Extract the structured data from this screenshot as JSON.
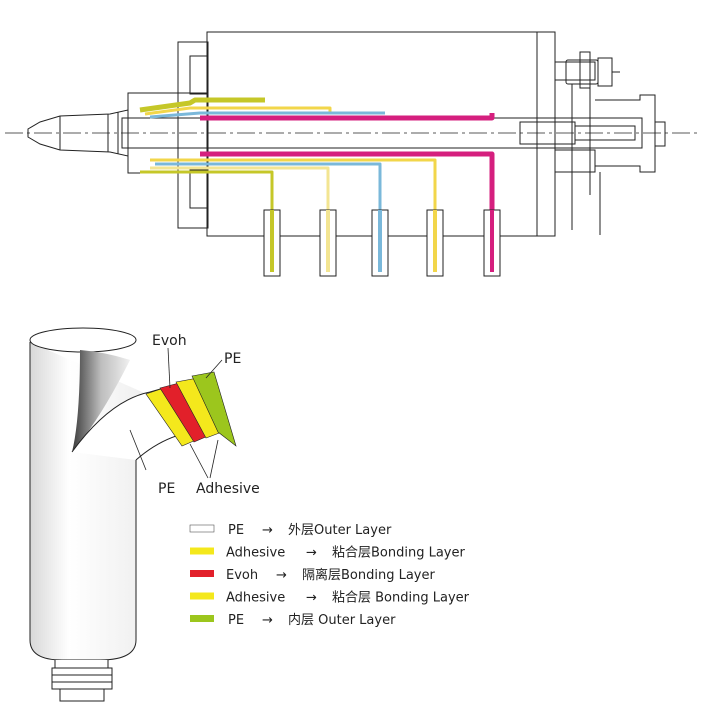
{
  "colors": {
    "outer_pe": "#ffffff",
    "adhesive": "#f4e81c",
    "evoh": "#e2202a",
    "inner_pe": "#9cc61d",
    "channel_pink": "#d51f7e",
    "channel_blue": "#7ab8da",
    "channel_yellow": "#f2d64a",
    "channel_olive": "#c5c728",
    "channel_pale": "#f3e592",
    "line": "#222222"
  },
  "labels": {
    "evoh": "Evoh",
    "pe_top": "PE",
    "pe_bottom": "PE",
    "adhesive": "Adhesive"
  },
  "legend": [
    {
      "name": "PE",
      "arrow": "→",
      "cn": "外层",
      "en": "Outer Layer",
      "color_key": "outer_pe"
    },
    {
      "name": "Adhesive",
      "arrow": "→",
      "cn": "粘合层",
      "en": "Bonding Layer",
      "color_key": "adhesive"
    },
    {
      "name": "Evoh",
      "arrow": "→",
      "cn": "隔离层",
      "en": "Bonding Layer",
      "color_key": "evoh"
    },
    {
      "name": "Adhesive",
      "arrow": "→",
      "cn": "粘合层",
      "en": " Bonding Layer",
      "color_key": "adhesive"
    },
    {
      "name": "PE",
      "arrow": "→",
      "cn": "内层",
      "en": " Outer Layer",
      "color_key": "inner_pe"
    }
  ]
}
